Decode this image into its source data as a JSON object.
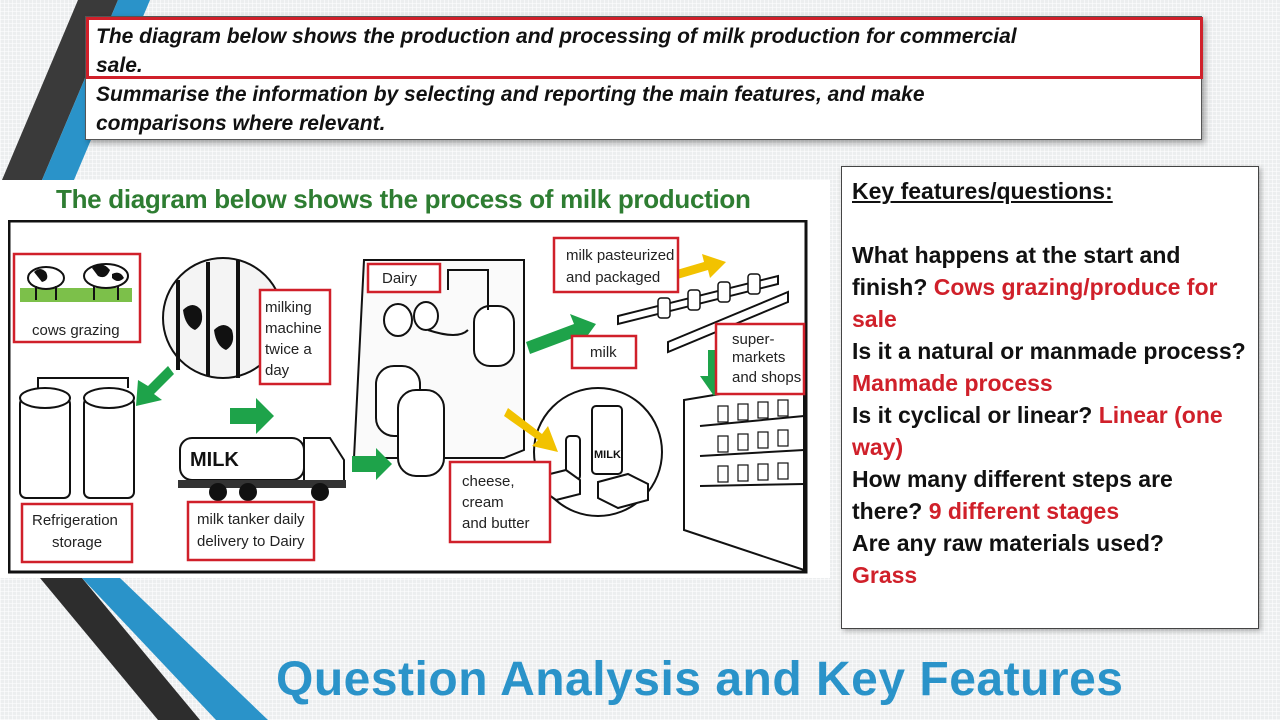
{
  "task": {
    "line1": "The diagram below shows the production and processing of milk production for commercial",
    "line2": "sale.",
    "line3": "Summarise the information by selecting and reporting the main features, and make",
    "line4": "comparisons where relevant."
  },
  "diagram": {
    "title": "The diagram below shows the process of milk production",
    "labels": {
      "cows": "cows grazing",
      "milking_1": "milking",
      "milking_2": "machine",
      "milking_3": "twice a",
      "milking_4": "day",
      "dairy": "Dairy",
      "pasteurized_1": "milk pasteurized",
      "pasteurized_2": "and packaged",
      "milk": "milk",
      "super_1": "super-",
      "super_2": "markets",
      "super_3": "and shops",
      "refrig_1": "Refrigeration",
      "refrig_2": "storage",
      "tanker_1": "milk tanker daily",
      "tanker_2": "delivery to Dairy",
      "cheese_1": "cheese,",
      "cheese_2": "cream",
      "cheese_3": "and butter",
      "truck_text": "MILK",
      "carton_text": "MILK"
    }
  },
  "key_features": {
    "heading": "Key features/questions:",
    "q1": "What happens at the start and finish?",
    "a1": "Cows grazing/produce for sale",
    "q2": "Is it  a natural or manmade process?",
    "a2": "Manmade process",
    "q3": "Is it cyclical or linear?",
    "a3": "Linear (one way)",
    "q4": "How many different steps are there?",
    "a4": "9 different stages",
    "q5": "Are any raw materials used?",
    "a5": "Grass"
  },
  "slide_title": "Question Analysis and Key Features",
  "colors": {
    "accent_red": "#d0202a",
    "title_blue": "#2a93c9",
    "arrow_green": "#1ea34a",
    "arrow_yellow": "#f2c200"
  }
}
